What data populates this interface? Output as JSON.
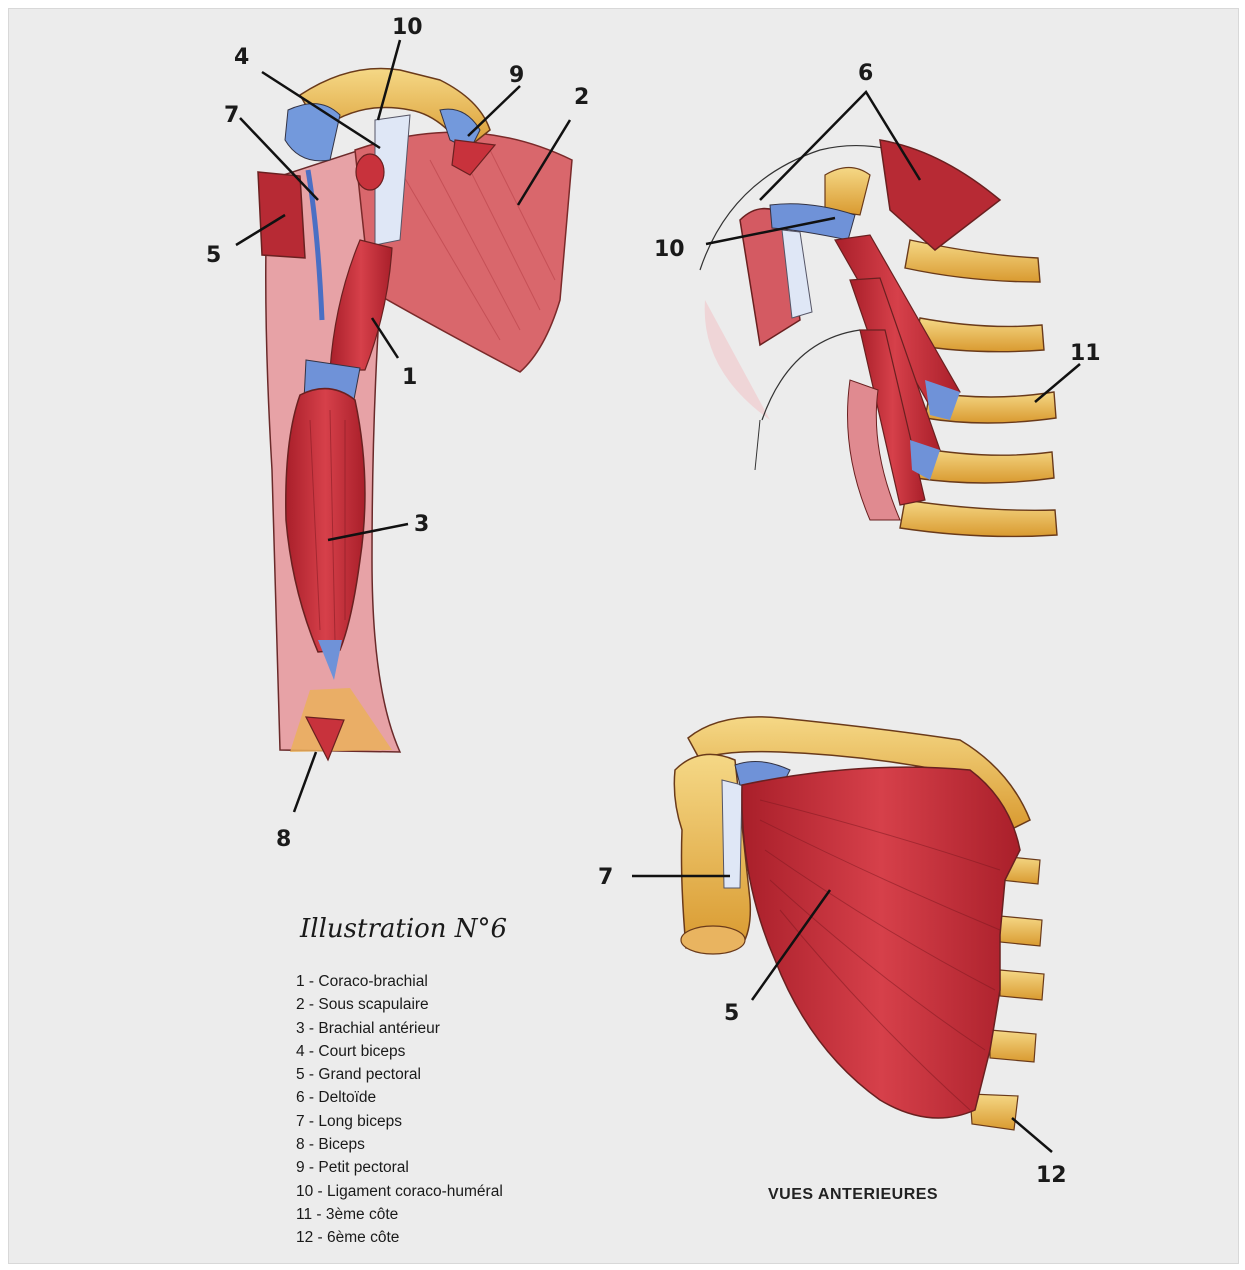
{
  "title": "Illustration N°6",
  "caption": "VUES ANTERIEURES",
  "legend": [
    "1 - Coraco-brachial",
    "2 - Sous scapulaire",
    "3 - Brachial antérieur",
    "4 - Court biceps",
    "5 - Grand pectoral",
    "6 - Deltoïde",
    "7 - Long biceps",
    "8 - Biceps",
    "9 - Petit pectoral",
    "10 - Ligament coraco-huméral",
    "11 - 3ème côte",
    "12 - 6ème côte"
  ],
  "callouts": {
    "arm": [
      "10",
      "4",
      "9",
      "2",
      "7",
      "5",
      "1",
      "3",
      "8"
    ],
    "chest_top": [
      "6",
      "10",
      "11"
    ],
    "chest_bottom": [
      "7",
      "5",
      "12"
    ]
  },
  "colors": {
    "muscle": "#c8323c",
    "muscle_dark": "#9e1e28",
    "muscle_light": "#e06a70",
    "bone": "#e7b34a",
    "bone_light": "#f3d27a",
    "ligament": "#6b8fd8",
    "background": "#ececec"
  }
}
